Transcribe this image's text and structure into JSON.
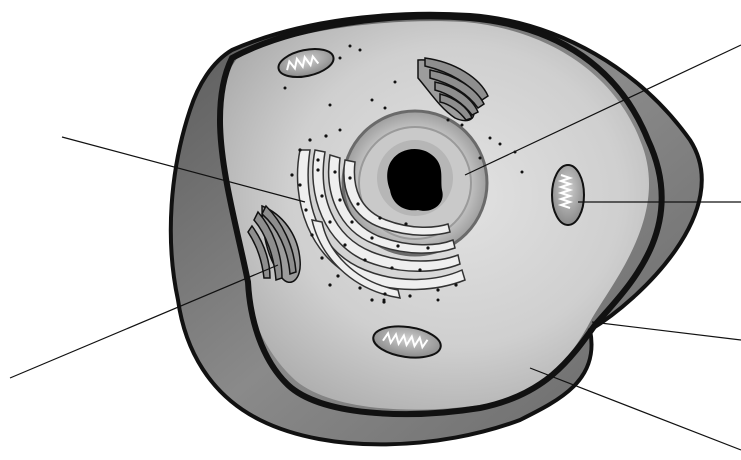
{
  "diagram": {
    "kind": "animal-cell",
    "labels_text": [],
    "leader_lines_count": 6,
    "colors": {
      "outline": "#111111",
      "cytoplasm_light": "#d8d8d8",
      "cytoplasm_dark": "#9a9a9a",
      "membrane_side": "#6f6f6f",
      "nucleus_envelope": "#a8a8a8",
      "nucleus_inner": "#cfcfcf",
      "nucleolus": "#000000",
      "organelle_fill": "#bdbdbd",
      "organelle_inner": "#ffffff",
      "background": "#ffffff"
    },
    "structures": [
      {
        "name": "cell-membrane"
      },
      {
        "name": "cytoplasm"
      },
      {
        "name": "nucleus"
      },
      {
        "name": "nucleolus"
      },
      {
        "name": "rough-endoplasmic-reticulum"
      },
      {
        "name": "golgi-apparatus"
      },
      {
        "name": "mitochondrion"
      },
      {
        "name": "ribosome"
      }
    ]
  }
}
